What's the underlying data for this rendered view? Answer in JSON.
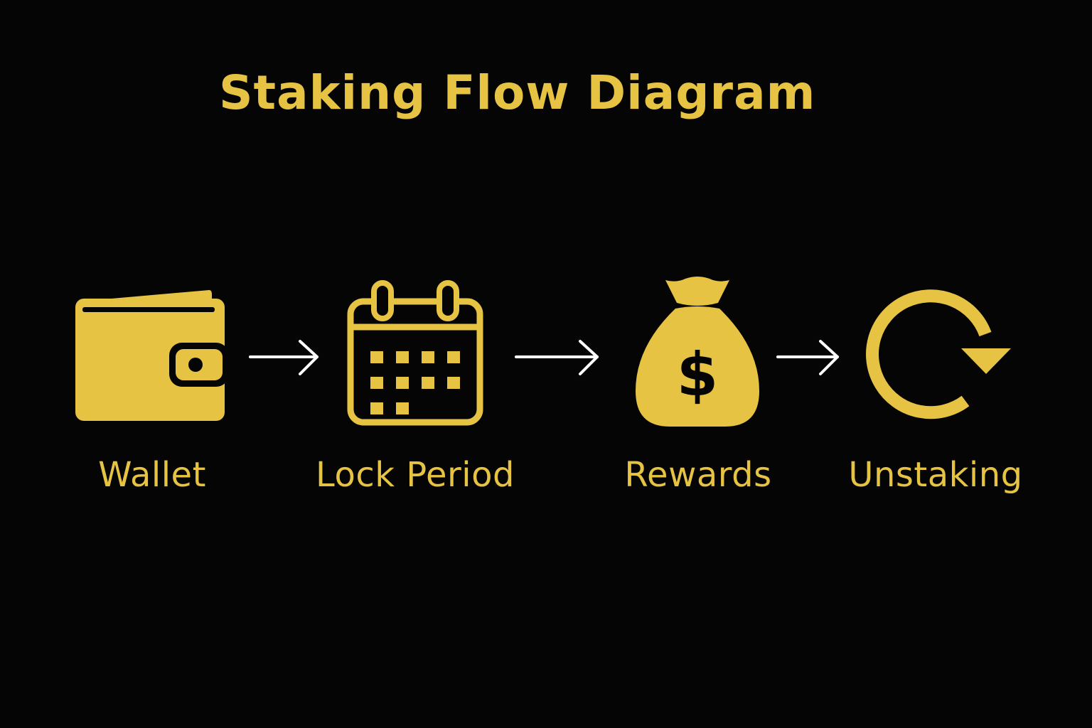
{
  "title": "Staking Flow Diagram",
  "colors": {
    "background": "#050505",
    "accent": "#e6c343",
    "arrow": "#ffffff"
  },
  "steps": [
    {
      "label": "Wallet",
      "icon": "wallet-icon"
    },
    {
      "label": "Lock Period",
      "icon": "calendar-icon"
    },
    {
      "label": "Rewards",
      "icon": "money-bag-icon"
    },
    {
      "label": "Unstaking",
      "icon": "refresh-icon"
    }
  ],
  "connectors": [
    "arrow-right-icon",
    "arrow-right-icon",
    "arrow-right-icon"
  ]
}
